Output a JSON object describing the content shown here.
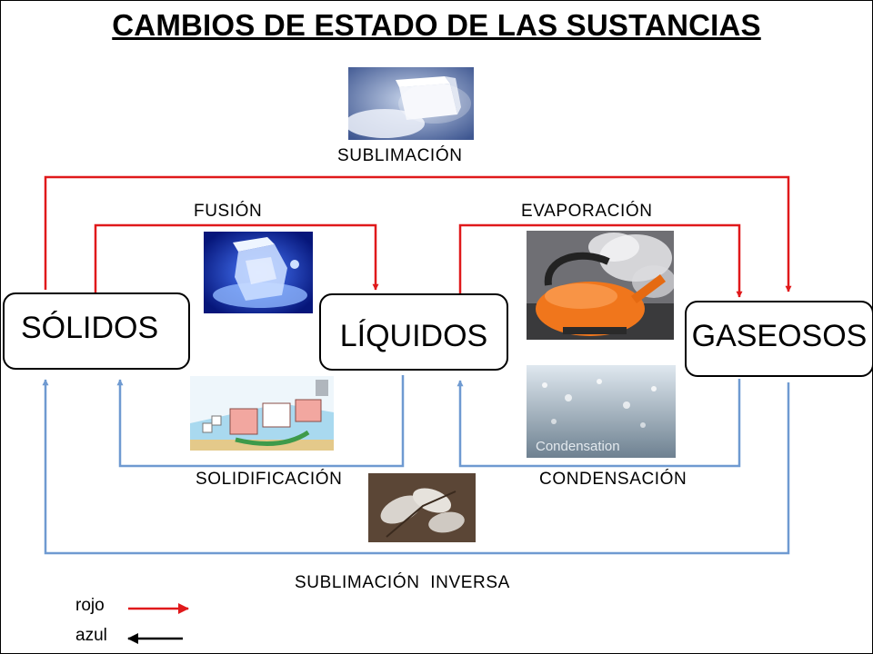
{
  "title": "CAMBIOS DE ESTADO DE LAS SUSTANCIAS",
  "states": {
    "solids": "SÓLIDOS",
    "liquids": "LÍQUIDOS",
    "gases": "GASEOSOS"
  },
  "processes": {
    "sublimation": "SUBLIMACIÓN",
    "fusion": "FUSIÓN",
    "evaporation": "EVAPORACIÓN",
    "solidification": "SOLIDIFICACIÓN",
    "condensation": "CONDENSACIÓN",
    "inverse_sublimation": "SUBLIMACIÓN  INVERSA"
  },
  "legend": {
    "red_label": "rojo",
    "blue_label": "azul"
  },
  "photo_text": {
    "condensation_caption": "Condensation"
  },
  "colors": {
    "red_arrow": "#e0191b",
    "blue_arrow": "#6f9ad1",
    "legend_blue_arrow": "#000000"
  }
}
